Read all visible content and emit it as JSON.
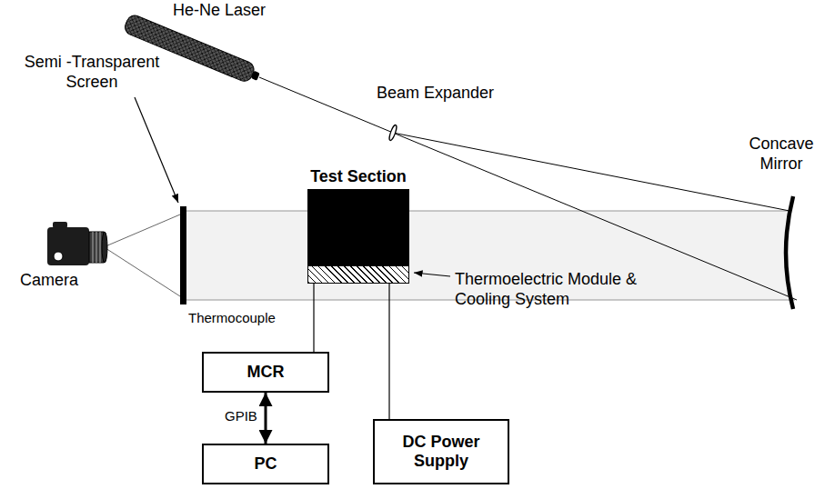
{
  "diagram": {
    "nodes": [
      {
        "text": [
          "Test Section"
        ]
      },
      {
        "text": [
          "MCR"
        ]
      },
      {
        "text": [
          "PC"
        ]
      },
      {
        "text": [
          "DC Power Supply"
        ]
      }
    ],
    "edges": [
      {
        "from": 0,
        "to": 1,
        "arrow": "none",
        "label": "Thermocouple"
      },
      {
        "from": 1,
        "to": 2,
        "arrow": "both",
        "label": "GPIB"
      },
      {
        "from": 0,
        "to": 3,
        "arrow": "none"
      }
    ],
    "labels": [
      "He-Ne Laser",
      "Beam Expander",
      "Concave Mirror",
      "Semi -Transparent Screen",
      "Camera",
      "Thermoelectric Module & Cooling System"
    ]
  }
}
